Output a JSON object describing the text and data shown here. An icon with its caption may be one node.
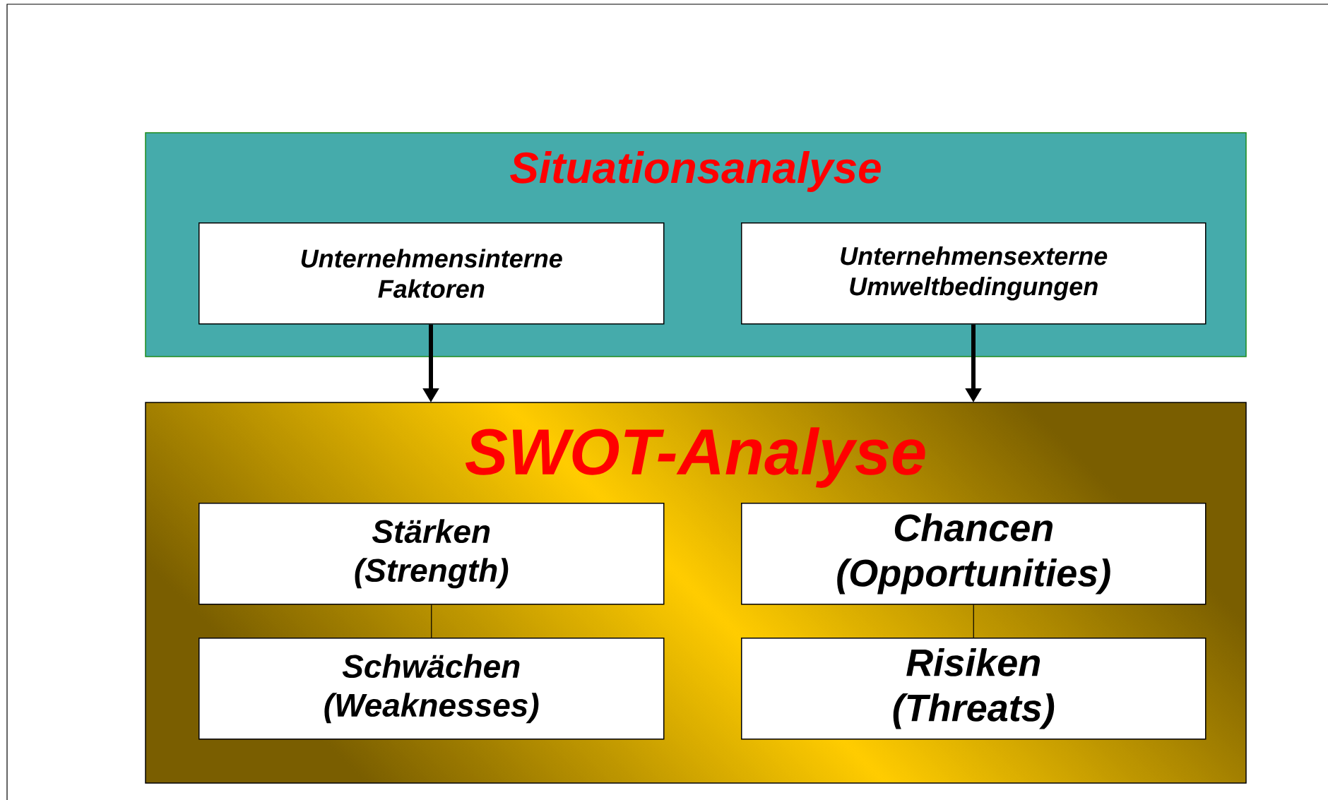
{
  "diagram": {
    "nodes": [
      {
        "text": [
          "Situationsanalyse"
        ]
      },
      {
        "text": [
          "Unternehmensinterne Faktoren"
        ],
        "in": 0
      },
      {
        "text": [
          "Unternehmensexterne Umweltbedingungen"
        ],
        "in": 0
      },
      {
        "text": [
          "SWOT-Analyse"
        ]
      },
      {
        "text": [
          "Stärken",
          "(Strength)"
        ],
        "in": 3
      },
      {
        "text": [
          "Chancen",
          "(Opportunities)"
        ],
        "in": 3
      },
      {
        "text": [
          "Schwächen",
          "(Weaknesses)"
        ],
        "in": 3
      },
      {
        "text": [
          "Risiken",
          "(Threats)"
        ],
        "in": 3
      }
    ],
    "edges": [
      {
        "from": 1,
        "to": 3,
        "arrow": "to",
        "style": "thick"
      },
      {
        "from": 2,
        "to": 3,
        "arrow": "to",
        "style": "thick"
      },
      {
        "from": 4,
        "to": 6,
        "arrow": "none"
      },
      {
        "from": 5,
        "to": 7,
        "arrow": "none"
      }
    ]
  }
}
